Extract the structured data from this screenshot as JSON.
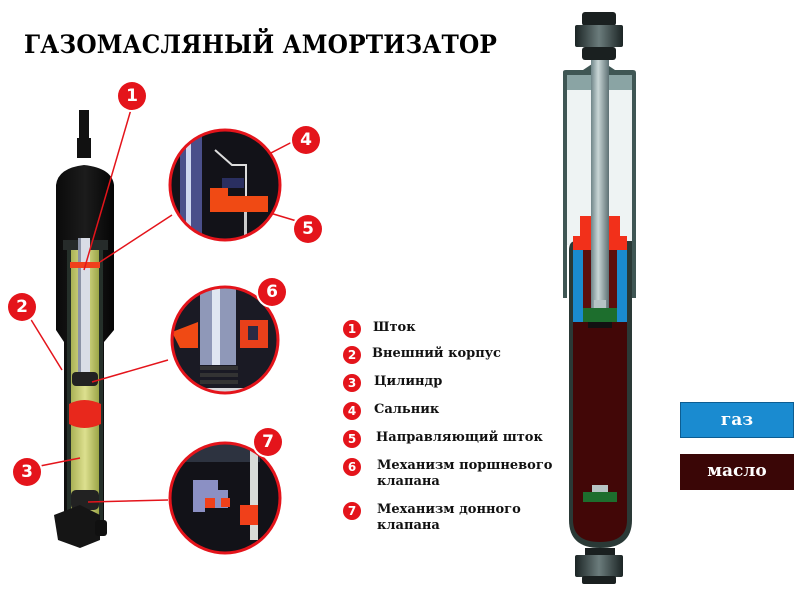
{
  "title": "ГАЗОМАСЛЯНЫЙ АМОРТИЗАТОР",
  "colors": {
    "marker_red": "#e4141b",
    "gas_blue": "#1a8bd0",
    "oil_dark_red": "#3a0606",
    "oil_chamber": "#5a0e0e",
    "seal_red": "#f0301c",
    "rod_gray": "#8fa3a6",
    "cylinder_yellow": "#e6e87a"
  },
  "markers": [
    {
      "num": "1",
      "label": "Шток"
    },
    {
      "num": "2",
      "label": "Внешний корпус"
    },
    {
      "num": "3",
      "label": "Цилиндр"
    },
    {
      "num": "4",
      "label": "Сальник"
    },
    {
      "num": "5",
      "label": "Направляющий шток"
    },
    {
      "num": "6",
      "label": "Механизм поршневого клапана"
    },
    {
      "num": "7",
      "label": "Механизм донного клапана"
    }
  ],
  "legend": [
    {
      "num": "1",
      "label": "Шток"
    },
    {
      "num": "2",
      "label": "Внешний корпус"
    },
    {
      "num": "3",
      "label": "Цилиндр"
    },
    {
      "num": "4",
      "label": "Сальник"
    },
    {
      "num": "5",
      "label": "Направляющий шток"
    },
    {
      "num": "6",
      "label_line1": "Механизм поршневого",
      "label_line2": "клапана"
    },
    {
      "num": "7",
      "label_line1": "Механизм донного",
      "label_line2": "клапана"
    }
  ],
  "key": {
    "gas": {
      "label": "газ",
      "color": "#1a8bd0"
    },
    "oil": {
      "label": "масло",
      "color": "#3a0606"
    }
  }
}
